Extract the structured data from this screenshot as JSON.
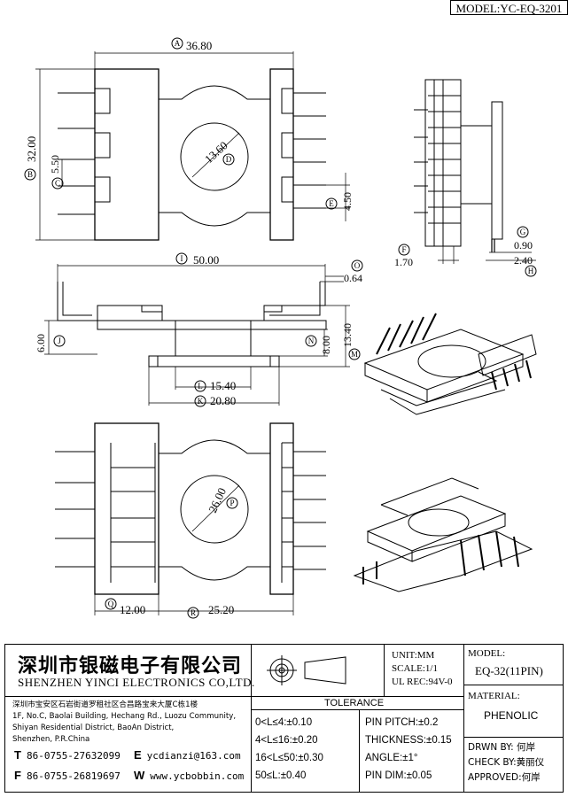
{
  "model_tag": "MODEL:YC-EQ-3201",
  "dims": {
    "A": "36.80",
    "B": "32.00",
    "C": "5.50",
    "D": "13.60",
    "E": "4.50",
    "F": "1.70",
    "G": "0.90",
    "H": "2.40",
    "I": "50.00",
    "O": "0.64",
    "J": "6.00",
    "N": "8.00",
    "M": "13.40",
    "L": "15.40",
    "K": "20.80",
    "P": "26.00",
    "Q": "12.00",
    "R": "25.20"
  },
  "letters": {
    "A": "A",
    "B": "B",
    "C": "C",
    "D": "D",
    "E": "E",
    "F": "F",
    "G": "G",
    "H": "H",
    "I": "I",
    "O": "O",
    "J": "J",
    "N": "N",
    "M": "M",
    "L": "L",
    "K": "K",
    "P": "P",
    "Q": "Q",
    "R": "R"
  },
  "title_block": {
    "company_cn": "深圳市银磁电子有限公司",
    "company_en": "SHENZHEN YINCI ELECTRONICS CO,LTD.",
    "address_cn": "深圳市宝安区石岩街道罗租社区合昌路宝来大厦C栋1楼",
    "address_en": [
      "1F, No.C, Baolai Building, Hechang Rd., Luozu Community,",
      "Shiyan Residential District, BaoAn District,",
      "Shenzhen, P.R.China"
    ],
    "tel_label": "T",
    "tel": "86-0755-27632099",
    "fax_label": "F",
    "fax": "86-0755-26819697",
    "email_label": "E",
    "email": "ycdianzi@163.com",
    "web_label": "W",
    "web": "www.ycbobbin.com",
    "unit": "UNIT:MM",
    "scale": "SCALE:1/1",
    "ul": "UL REC:94V-0",
    "model_label": "MODEL:",
    "model_value": "EQ-32(11PIN)",
    "tolerance_title": "TOLERANCE",
    "tolerances_left": [
      "0<L≤4:±0.10",
      "4<L≤16:±0.20",
      "16<L≤50:±0.30",
      "50≤L:±0.40"
    ],
    "tolerances_right": [
      "PIN PITCH:±0.2",
      "THICKNESS:±0.15",
      "ANGLE:±1°",
      "PIN DIM:±0.05"
    ],
    "material_label": "MATERIAL:",
    "material_value": "PHENOLIC",
    "drawn": "DRWN BY: 何岸",
    "check": "CHECK BY:黄丽仪",
    "approved": "APPROVED:何岸"
  }
}
